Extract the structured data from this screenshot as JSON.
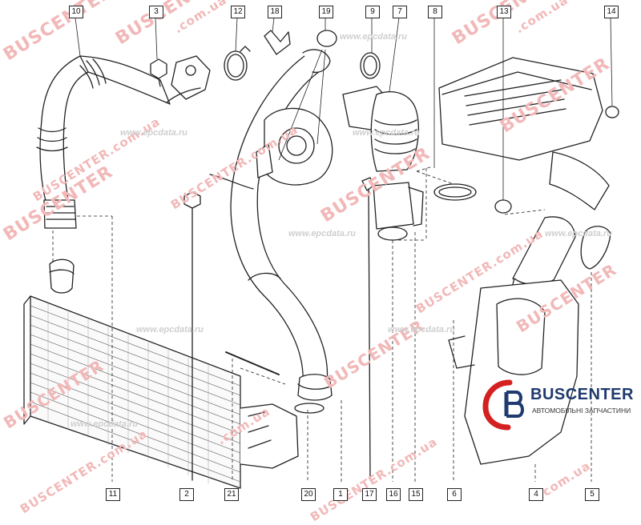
{
  "callouts": {
    "c10": "10",
    "c3": "3",
    "c12": "12",
    "c18": "18",
    "c19": "19",
    "c9": "9",
    "c7": "7",
    "c8": "8",
    "c13": "13",
    "c14": "14",
    "c11": "11",
    "c2": "2",
    "c21": "21",
    "c20": "20",
    "c1": "1",
    "c17": "17",
    "c16": "16",
    "c15": "15",
    "c6": "6",
    "c4": "4",
    "c5": "5"
  },
  "watermarks": {
    "brand": "BUSCENTER",
    "site": "www.epcdata.ru",
    "domain": "BUSCENTER.com.ua",
    "domain_short": ".com.ua"
  },
  "logo": {
    "title": "BUSCENTER",
    "subtitle": "АВТОМОБІЛЬНІ ЗАПЧАСТИНИ"
  },
  "colors": {
    "line": "#222222",
    "watermark_brand": "#f2b8b8",
    "watermark_site": "#cfcfcf",
    "logo_blue": "#1f3a6e",
    "logo_red": "#d42020"
  }
}
